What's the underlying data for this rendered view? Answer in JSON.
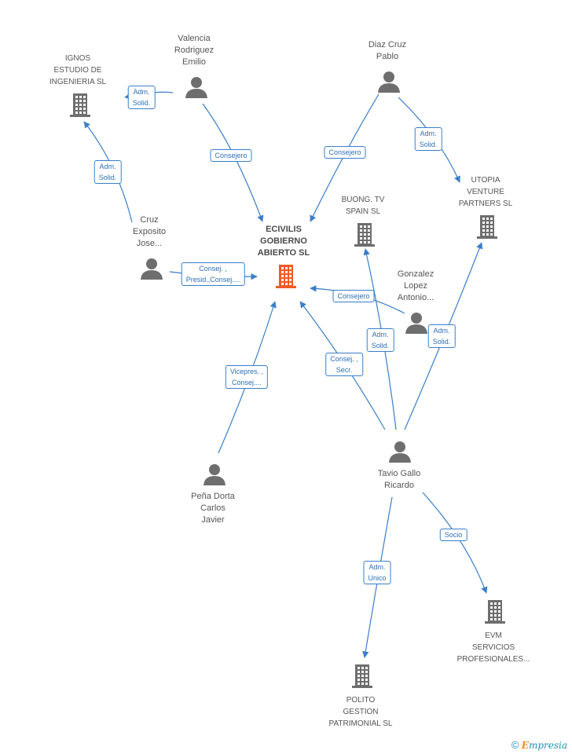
{
  "nodes": [
    {
      "id": "ecivilis",
      "type": "company",
      "main": true,
      "lines": [
        "ECIVILIS",
        "GOBIERNO",
        "ABIERTO SL"
      ]
    },
    {
      "id": "ignos",
      "type": "company",
      "lines": [
        "IGNOS",
        "ESTUDIO DE",
        "INGENIERIA SL"
      ]
    },
    {
      "id": "buong",
      "type": "company",
      "lines": [
        "BUONG.  TV",
        "SPAIN  SL"
      ]
    },
    {
      "id": "utopia",
      "type": "company",
      "lines": [
        "UTOPIA",
        "VENTURE",
        "PARTNERS SL"
      ]
    },
    {
      "id": "evm",
      "type": "company",
      "lines": [
        "EVM",
        "SERVICIOS",
        "PROFESIONALES..."
      ]
    },
    {
      "id": "polito",
      "type": "company",
      "lines": [
        "POLITO",
        "GESTION",
        "PATRIMONIAL SL"
      ]
    },
    {
      "id": "valencia",
      "type": "person",
      "lines": [
        "Valencia",
        "Rodriguez",
        "Emilio"
      ]
    },
    {
      "id": "diaz",
      "type": "person",
      "lines": [
        "Diaz Cruz",
        "Pablo"
      ]
    },
    {
      "id": "cruz",
      "type": "person",
      "lines": [
        "Cruz",
        "Exposito",
        "Jose..."
      ]
    },
    {
      "id": "gonzalez",
      "type": "person",
      "lines": [
        "Gonzalez",
        "Lopez",
        "Antonio..."
      ]
    },
    {
      "id": "pena",
      "type": "person",
      "lines": [
        "Peña Dorta",
        "Carlos",
        "Javier"
      ]
    },
    {
      "id": "tavio",
      "type": "person",
      "lines": [
        "Tavio Gallo",
        "Ricardo"
      ]
    }
  ],
  "edges": [
    {
      "from": "valencia",
      "to": "ignos",
      "lines": [
        "Adm.",
        "Solid."
      ]
    },
    {
      "from": "valencia",
      "to": "ecivilis",
      "lines": [
        "Consejero"
      ]
    },
    {
      "from": "diaz",
      "to": "ecivilis",
      "lines": [
        "Consejero"
      ]
    },
    {
      "from": "diaz",
      "to": "utopia",
      "lines": [
        "Adm.",
        "Solid."
      ]
    },
    {
      "from": "cruz",
      "to": "ignos",
      "lines": [
        "Adm.",
        "Solid."
      ]
    },
    {
      "from": "cruz",
      "to": "ecivilis",
      "lines": [
        "Consej. ,",
        "Presid.,Consej...."
      ]
    },
    {
      "from": "gonzalez",
      "to": "ecivilis",
      "lines": [
        "Consejero"
      ]
    },
    {
      "from": "pena",
      "to": "ecivilis",
      "lines": [
        "Vicepres. ,",
        "Consej...."
      ]
    },
    {
      "from": "tavio",
      "to": "ecivilis",
      "lines": [
        "Consej. ,",
        "Secr."
      ]
    },
    {
      "from": "tavio",
      "to": "buong",
      "lines": [
        "Adm.",
        "Solid."
      ]
    },
    {
      "from": "tavio",
      "to": "utopia",
      "lines": [
        "Adm.",
        "Solid."
      ]
    },
    {
      "from": "tavio",
      "to": "evm",
      "lines": [
        "Socio"
      ]
    },
    {
      "from": "tavio",
      "to": "polito",
      "lines": [
        "Adm.",
        "Unico"
      ]
    }
  ],
  "colors": {
    "edge": "#3a7ec9",
    "company_icon": "#6e6e6e",
    "main_company_icon": "#f05a28",
    "person_icon": "#6e6e6e"
  },
  "footer": {
    "copyright": "©",
    "brand_first": "E",
    "brand_rest": "mpresia"
  }
}
